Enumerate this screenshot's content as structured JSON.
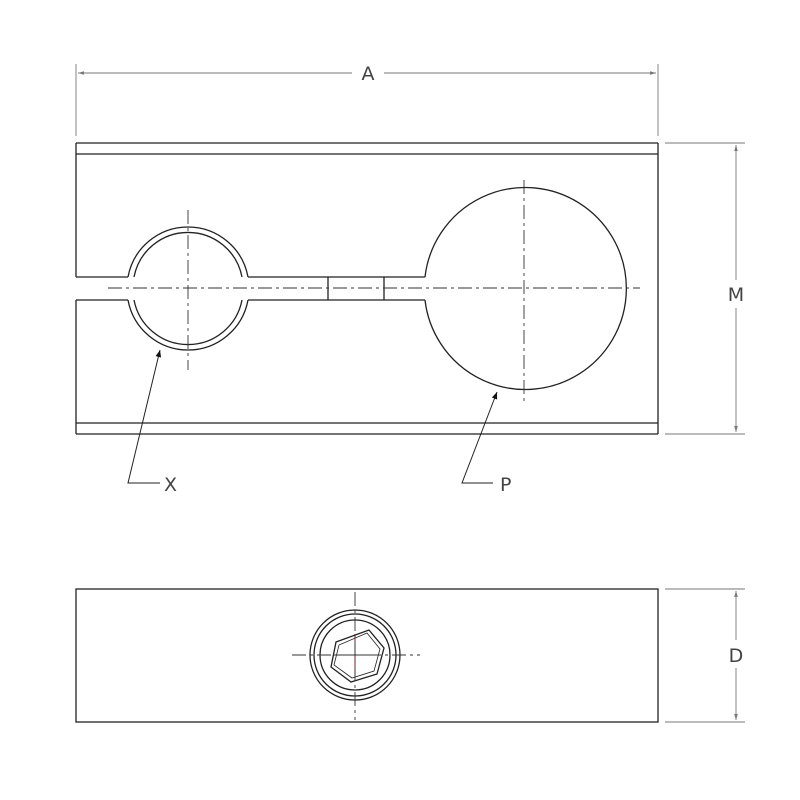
{
  "dimensions": {
    "width_label": "A",
    "height_label": "M",
    "depth_label": "D"
  },
  "callouts": {
    "small_bore_label": "X",
    "large_bore_label": "P"
  },
  "colors": {
    "line": "#222222",
    "dimension": "#777777",
    "screw_center": "#8b1a2a"
  }
}
